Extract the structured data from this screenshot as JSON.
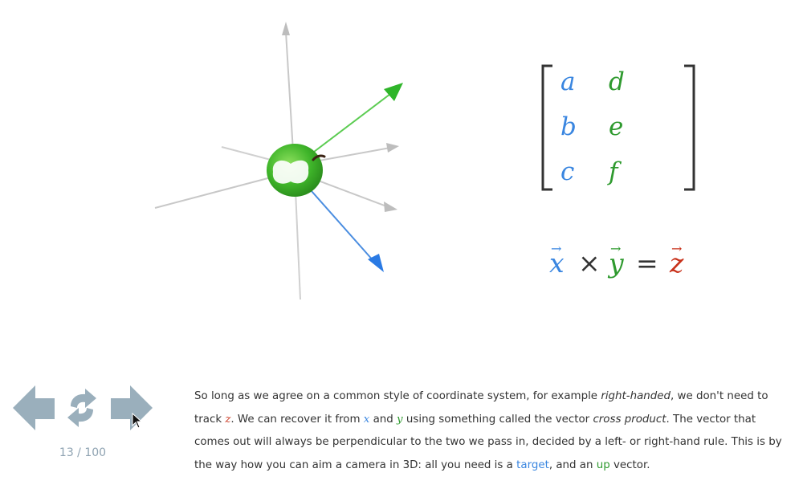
{
  "matrix": {
    "rows": [
      {
        "left": "a",
        "right": "d"
      },
      {
        "left": "b",
        "right": "e"
      },
      {
        "left": "c",
        "right": "f"
      }
    ]
  },
  "equation": {
    "x": "x",
    "times": "×",
    "y": "y",
    "equals": "=",
    "z": "z",
    "arrow": "→"
  },
  "nav": {
    "counter": "13 / 100",
    "back_icon": "back-arrow-icon",
    "refresh_icon": "refresh-icon",
    "forward_icon": "forward-arrow-icon"
  },
  "caption": {
    "p1": "So long as we agree on a common style of coordinate system, for example ",
    "p1_em": "right-handed",
    "p2": ", we don't need to track ",
    "p2_z": "z",
    "p3": ". We can recover it from ",
    "p3_x": "x",
    "p3_and": " and ",
    "p3_y": "y",
    "p4": " using something called the vector ",
    "p4_em": "cross product",
    "p5": ". The vector that comes out will always be perpendicular to the two we pass in, decided by a left- or right-hand rule. This is by the way how you can aim a camera in 3D: all you need is a ",
    "target": "target",
    "p6": ", and an ",
    "up": "up",
    "p7": " vector."
  },
  "colors": {
    "x_blue": "#3a86e0",
    "y_green": "#2f9a2f",
    "z_red": "#c8311a",
    "nav_gray": "#9aafbc"
  }
}
